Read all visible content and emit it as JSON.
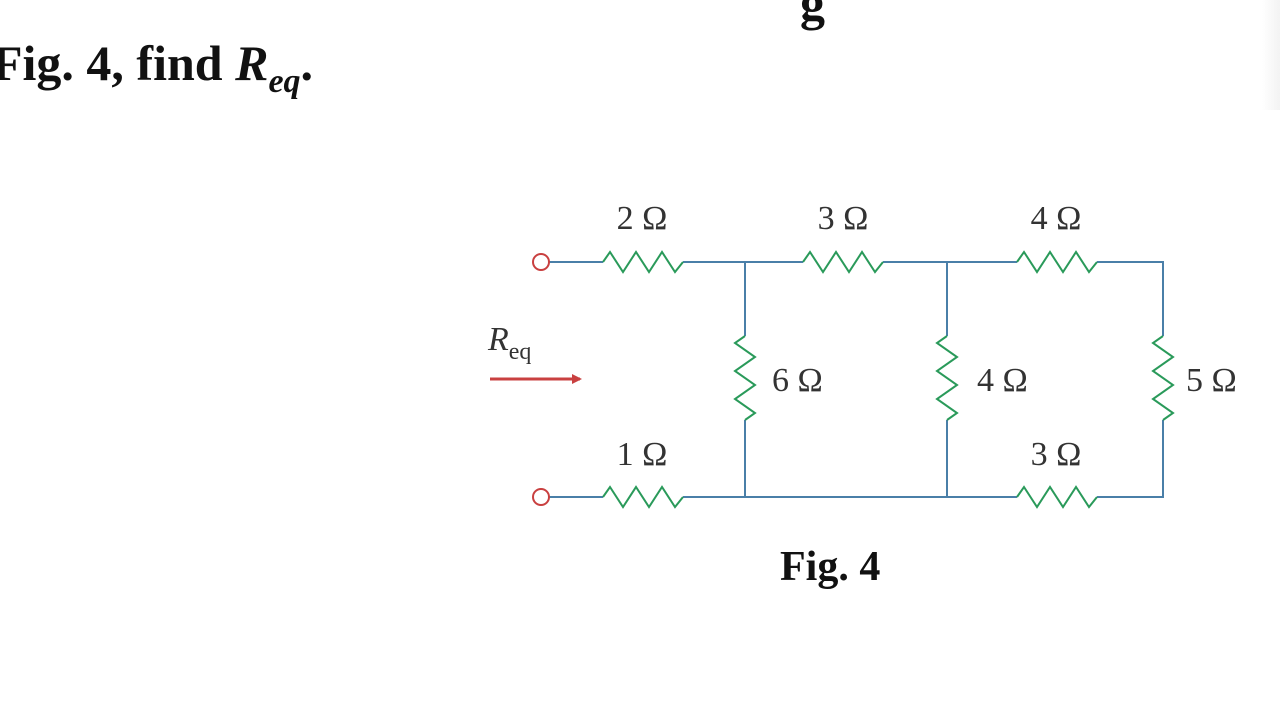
{
  "question": {
    "prefix": "Fig. 4, find ",
    "symbol": "R",
    "subscript": "eq",
    "suffix": "."
  },
  "top_clip_text": "g",
  "circuit": {
    "resistor_color": "#2a9a5a",
    "wire_color": "#4a7fa8",
    "terminal_color": "#c94040",
    "arrow_color": "#c94040",
    "resistors": {
      "top_left": "2 Ω",
      "top_middle": "3 Ω",
      "top_right": "4 Ω",
      "shunt_left": "6 Ω",
      "shunt_middle": "4 Ω",
      "shunt_right": "5 Ω",
      "bottom_left": "1 Ω",
      "bottom_right": "3 Ω"
    },
    "input_label": {
      "symbol": "R",
      "subscript": "eq"
    }
  },
  "caption": "Fig. 4"
}
